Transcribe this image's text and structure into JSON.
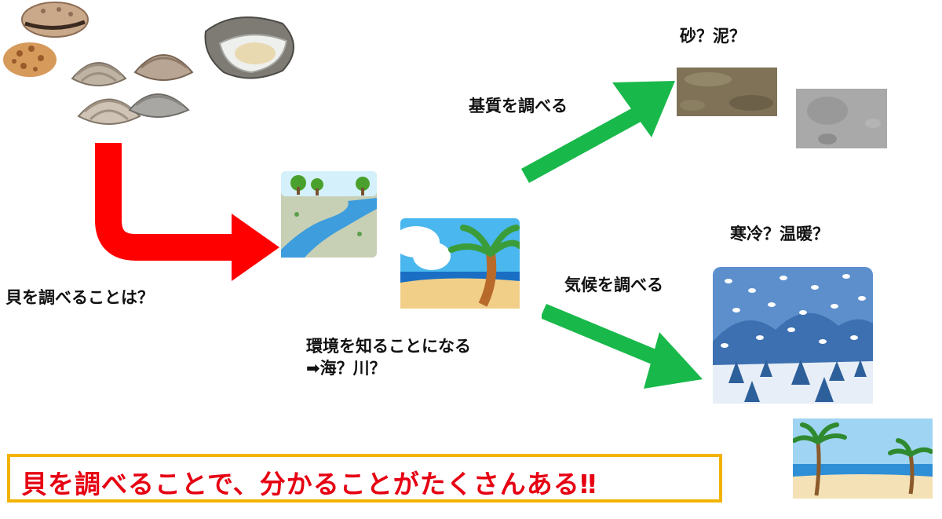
{
  "labels": {
    "question": "貝を調べることは？",
    "environment_line1": "環境を知ることになる",
    "environment_line2": "➡海？川？",
    "substrate_method": "基質を調べる",
    "substrate_question": "砂？泥？",
    "climate_method": "気候を調べる",
    "climate_question": "寒冷？温暖？"
  },
  "conclusion": "貝を調べることで、分かることがたくさんある‼",
  "colors": {
    "red_arrow": "#ff0000",
    "green_arrow": "#19b84a",
    "conclusion_text": "#e60012",
    "conclusion_border": "#f2b300"
  },
  "icons": [
    "shells-illustration",
    "river-illustration",
    "beach-palm-illustration",
    "sand-texture",
    "mud-texture",
    "snow-forest-illustration",
    "palm-beach-illustration"
  ]
}
